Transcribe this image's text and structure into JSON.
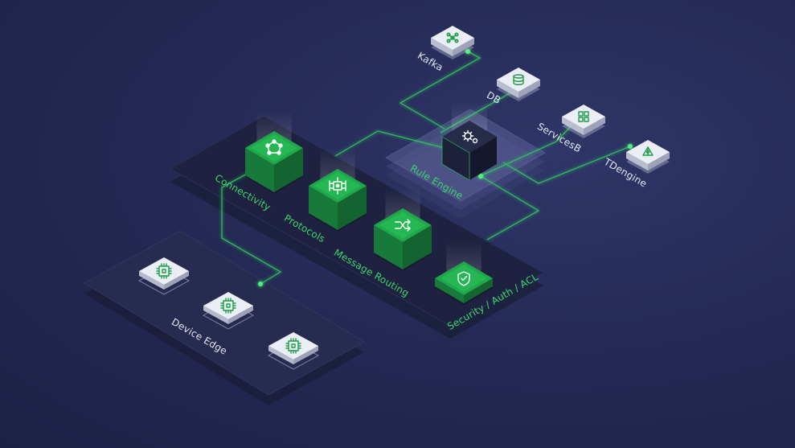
{
  "diagram": {
    "modules": [
      {
        "id": "connectivity",
        "label": "Connectivity",
        "icon": "network-hub-icon"
      },
      {
        "id": "protocols",
        "label": "Protocols",
        "icon": "chip-protocol-icon"
      },
      {
        "id": "routing",
        "label": "Message Routing",
        "icon": "shuffle-icon"
      },
      {
        "id": "security",
        "label": "Security / Auth / ACL",
        "icon": "shield-check-icon"
      }
    ],
    "rule_engine": {
      "label": "Rule Engine",
      "icon": "gears-icon"
    },
    "targets": [
      {
        "id": "kafka",
        "label": "Kafka",
        "icon": "kafka-icon"
      },
      {
        "id": "db",
        "label": "DB",
        "icon": "database-icon"
      },
      {
        "id": "services",
        "label": "ServicesB",
        "icon": "services-grid-icon"
      },
      {
        "id": "tdengine",
        "label": "TDengine",
        "icon": "tdengine-icon"
      }
    ],
    "device_edge": {
      "label": "Device Edge",
      "device_count": 3,
      "icon": "device-chip-icon"
    }
  },
  "colors": {
    "background": "#252a55",
    "accent_green": "#2fbf5c",
    "line_green": "#31c85f",
    "platform": "#1f2340",
    "tile_white": "#e9ecf5"
  }
}
